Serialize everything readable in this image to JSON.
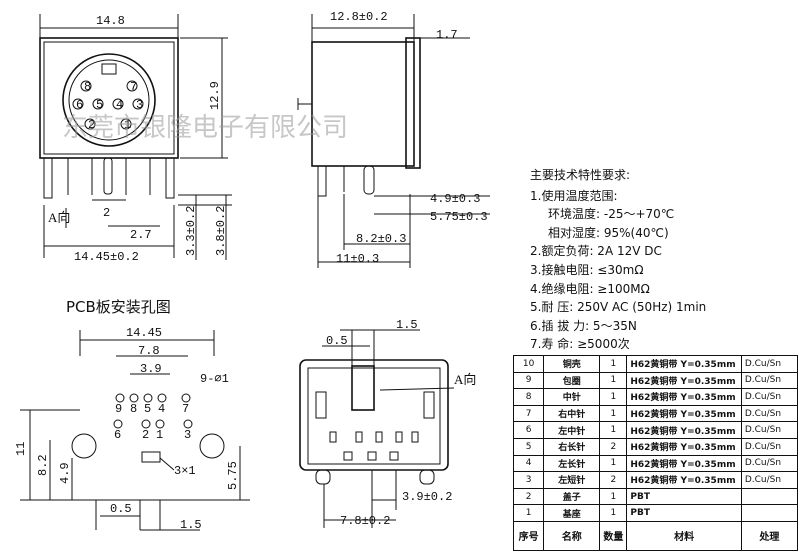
{
  "watermark": "东莞市银隆电子有限公司",
  "front_view": {
    "width_dim": "14.8",
    "height_dim": "12.9",
    "pitch_dim": "2",
    "pin_dim": "2.7",
    "bottom_width_dim": "14.45±0.2",
    "h1_dim": "3.3±0.2",
    "h2_dim": "3.8±0.2",
    "direction_label": "A向",
    "pins": [
      "8",
      "7",
      "6",
      "5",
      "4",
      "3",
      "2",
      "1"
    ]
  },
  "side_view": {
    "depth_dim": "12.8±0.2",
    "flange_dim": "1.7",
    "d1": "4.9±0.3",
    "d2": "5.75±0.3",
    "d3": "8.2±0.3",
    "d4": "11±0.3"
  },
  "pcb_layout": {
    "title": "PCB板安装孔图",
    "width_dim": "14.45",
    "inner_dim": "7.8",
    "pitch_dim": "3.9",
    "hole_spec": "9-⌀1",
    "slot_spec": "3×1",
    "height_dim": "11",
    "h1": "8.2",
    "h2": "4.9",
    "h3": "5.75",
    "left_dim": "0.5",
    "bottom_dim": "1.5",
    "hole_labels_top": [
      "9",
      "8",
      "5",
      "4",
      "7"
    ],
    "hole_labels_bottom": [
      "6",
      "2",
      "1",
      "3"
    ]
  },
  "bottom_view": {
    "top_dim_a": "0.5",
    "top_dim_b": "1.5",
    "direction_label": "A向",
    "dim_bottom_right": "3.9±0.2",
    "dim_bottom": "7.8±0.2"
  },
  "specs": {
    "title": "主要技术特性要求:",
    "items": [
      {
        "text": "1.使用温度范围:",
        "indent": false
      },
      {
        "text": "环境温度: -25～+70℃",
        "indent": true
      },
      {
        "text": "相对湿度: 95%(40℃)",
        "indent": true
      },
      {
        "text": "2.额定负荷: 2A 12V DC",
        "indent": false
      },
      {
        "text": "3.接触电阻: ≤30mΩ",
        "indent": false
      },
      {
        "text": "4.绝缘电阻: ≥100MΩ",
        "indent": false
      },
      {
        "text": "5.耐 压: 250V AC (50Hz) 1min",
        "indent": false
      },
      {
        "text": "6.插 拔 力: 5～35N",
        "indent": false
      },
      {
        "text": "7.寿 命: ≥5000次",
        "indent": false
      }
    ]
  },
  "bom": {
    "rows": [
      {
        "no": "10",
        "name": "铜壳",
        "qty": "1",
        "material": "H62黄铜带 Y=0.35mm",
        "finish": "D.Cu/Sn"
      },
      {
        "no": "9",
        "name": "包圈",
        "qty": "1",
        "material": "H62黄铜带 Y=0.35mm",
        "finish": "D.Cu/Sn"
      },
      {
        "no": "8",
        "name": "中针",
        "qty": "1",
        "material": "H62黄铜带 Y=0.35mm",
        "finish": "D.Cu/Sn"
      },
      {
        "no": "7",
        "name": "右中针",
        "qty": "1",
        "material": "H62黄铜带 Y=0.35mm",
        "finish": "D.Cu/Sn"
      },
      {
        "no": "6",
        "name": "左中针",
        "qty": "1",
        "material": "H62黄铜带 Y=0.35mm",
        "finish": "D.Cu/Sn"
      },
      {
        "no": "5",
        "name": "右长针",
        "qty": "2",
        "material": "H62黄铜带 Y=0.35mm",
        "finish": "D.Cu/Sn"
      },
      {
        "no": "4",
        "name": "左长针",
        "qty": "1",
        "material": "H62黄铜带 Y=0.35mm",
        "finish": "D.Cu/Sn"
      },
      {
        "no": "3",
        "name": "左短针",
        "qty": "2",
        "material": "H62黄铜带 Y=0.35mm",
        "finish": "D.Cu/Sn"
      },
      {
        "no": "2",
        "name": "盖子",
        "qty": "1",
        "material": "PBT",
        "finish": ""
      },
      {
        "no": "1",
        "name": "基座",
        "qty": "1",
        "material": "PBT",
        "finish": ""
      }
    ],
    "header": {
      "no": "序号",
      "name": "名称",
      "qty": "数量",
      "material": "材料",
      "finish": "处理"
    }
  }
}
